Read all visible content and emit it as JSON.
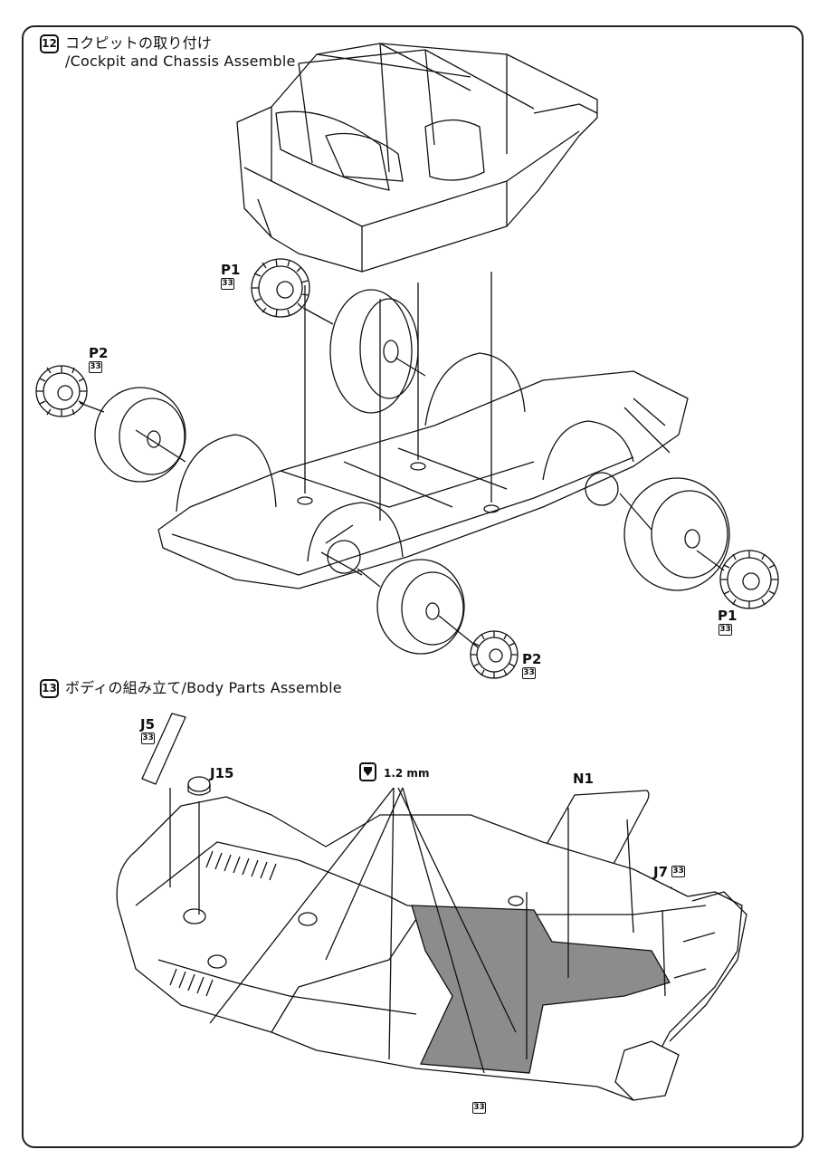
{
  "step12": {
    "number": "12",
    "title_jp": "コクピットの取り付け",
    "title_en": "/Cockpit and Chassis Assemble",
    "parts": [
      {
        "label": "P1",
        "tag": "33"
      },
      {
        "label": "P2",
        "tag": "33"
      },
      {
        "label": "P1",
        "tag": "33"
      },
      {
        "label": "P2",
        "tag": "33"
      }
    ]
  },
  "step13": {
    "number": "13",
    "title": "ボディの組み立て/Body Parts Assemble",
    "parts": [
      {
        "label": "J5",
        "tag": "33"
      },
      {
        "label": "J15"
      },
      {
        "label": "N1"
      },
      {
        "label": "J7",
        "tag": "33"
      }
    ],
    "drill_size": "1.2 mm",
    "bottom_tag": "33"
  },
  "colors": {
    "ink": "#111111",
    "paper": "#ffffff",
    "panel_gray": "#8c8c8c"
  }
}
